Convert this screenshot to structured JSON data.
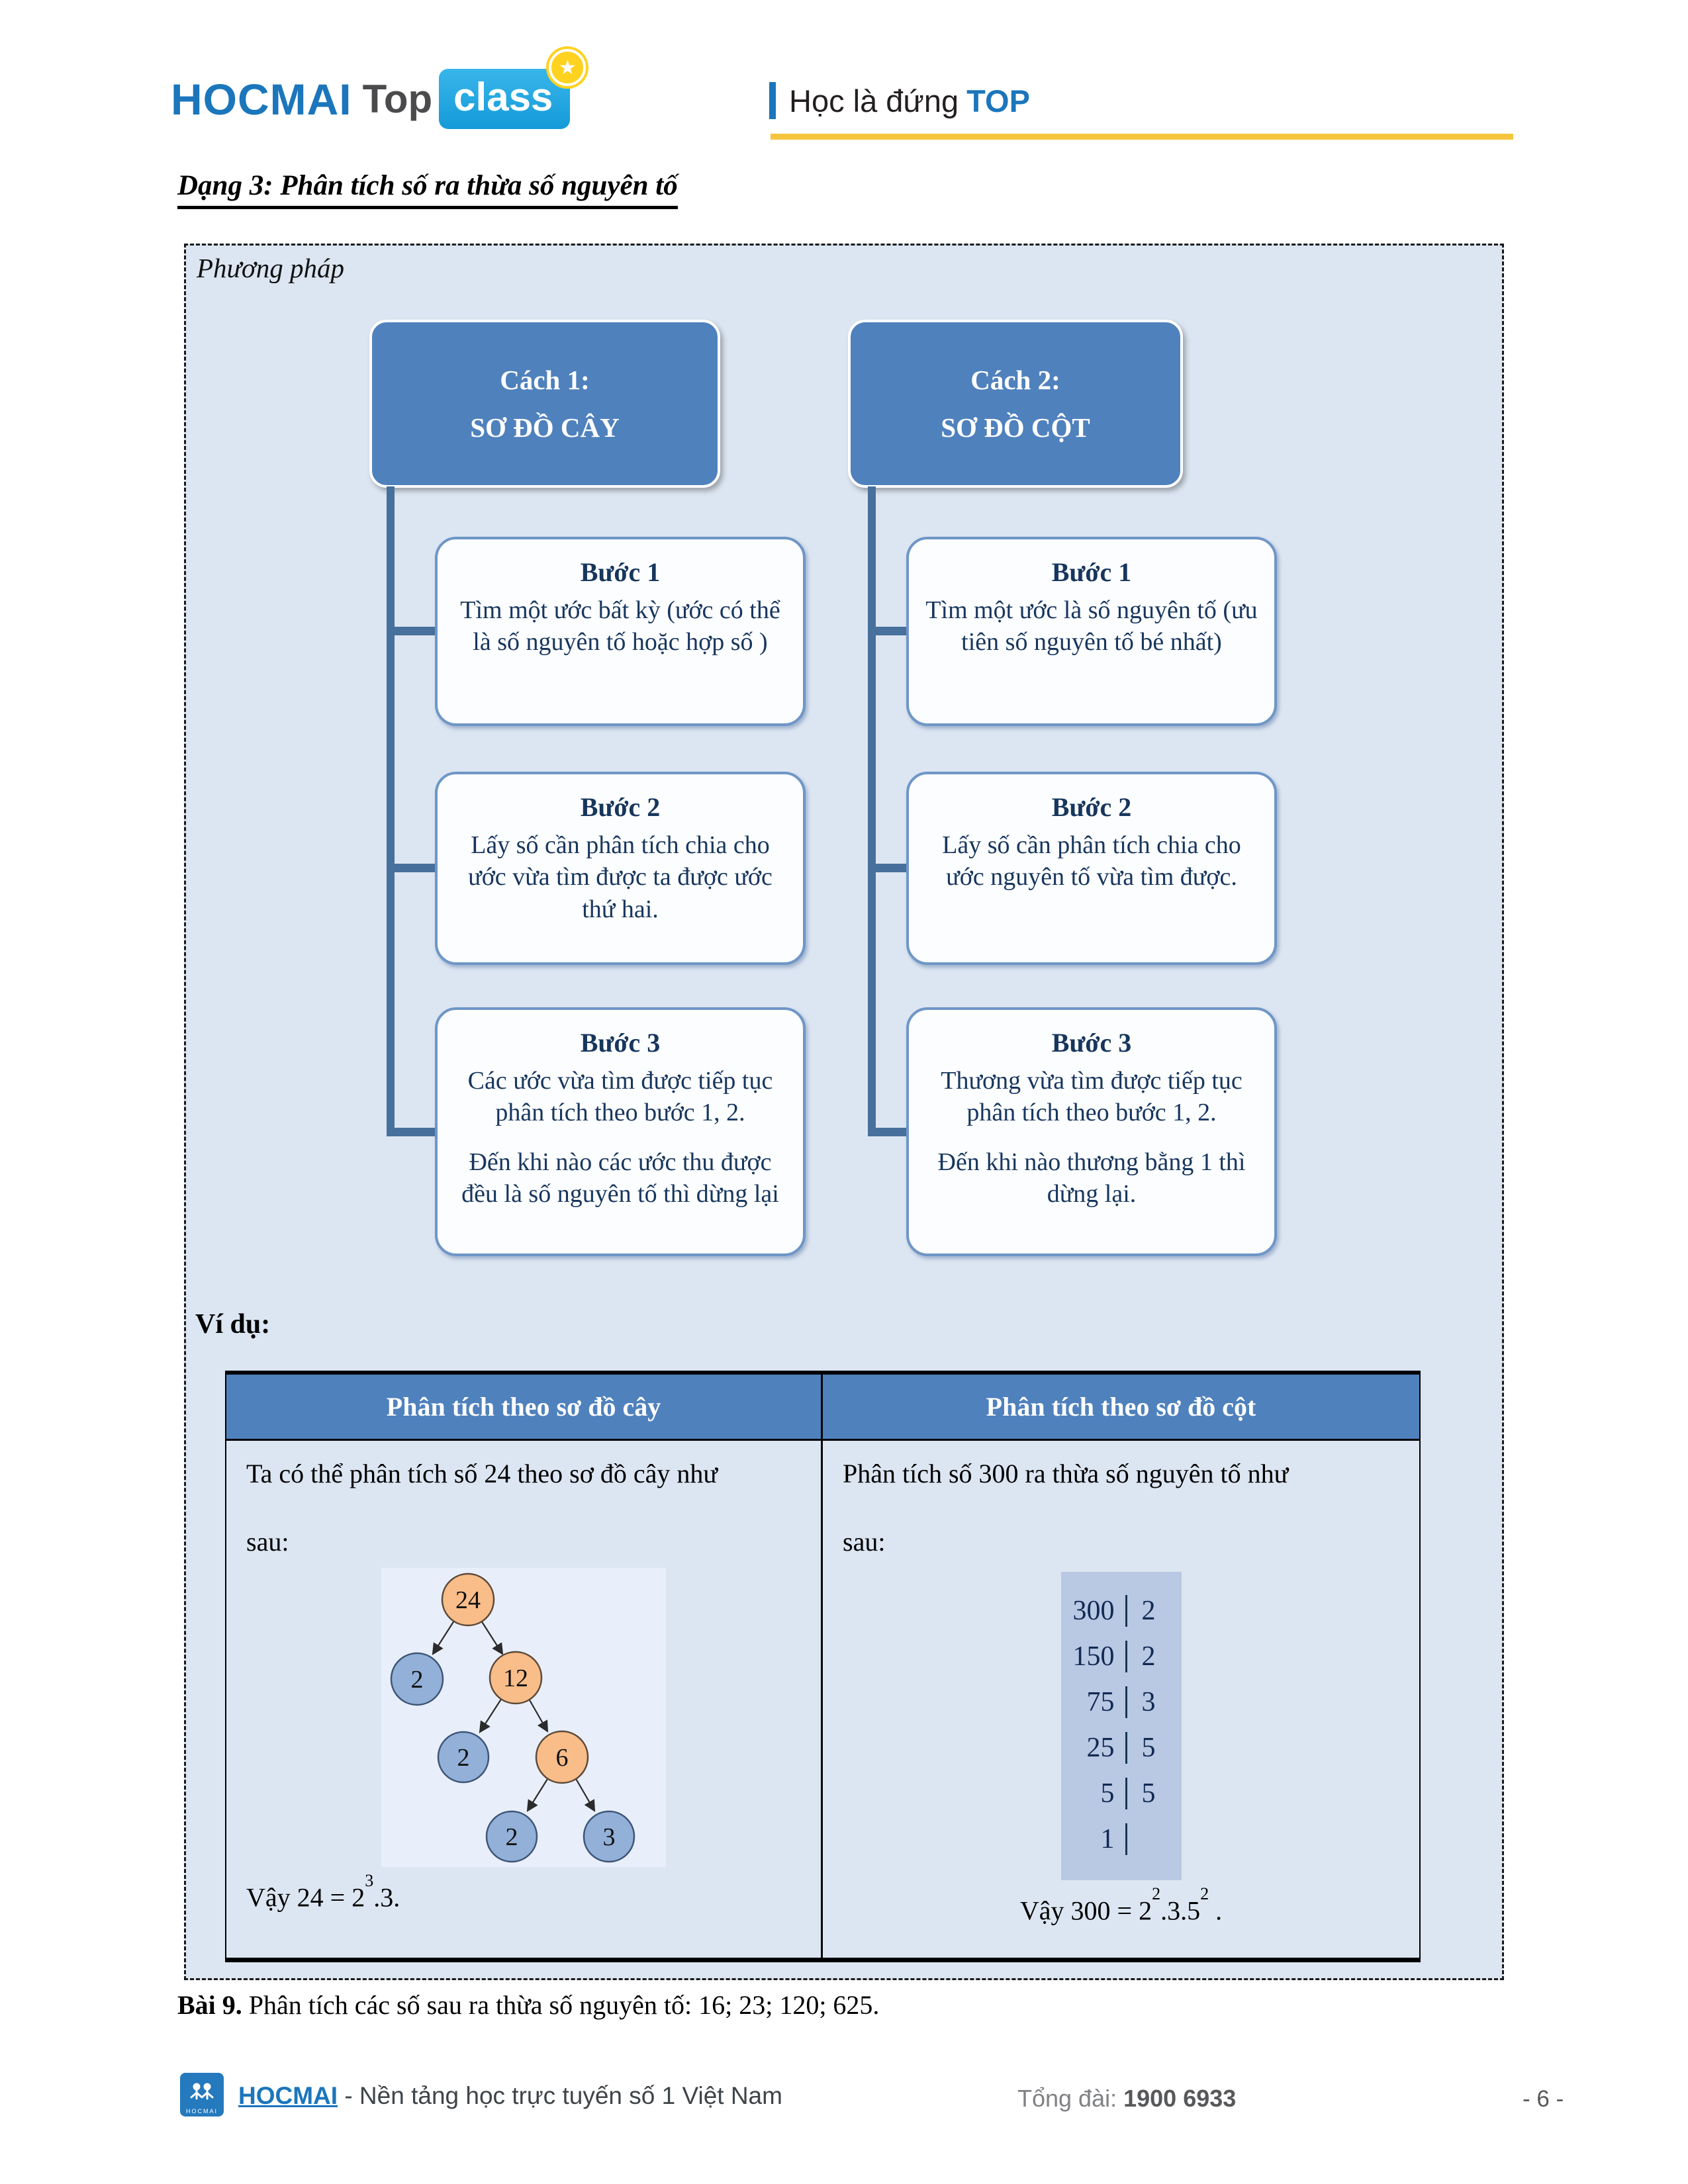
{
  "header": {
    "logo": {
      "part1": "HOCMAI",
      "part2": "Top",
      "part3": "class",
      "badge_star": "★"
    },
    "tagline": {
      "bar": "|",
      "text": "Học là đứng ",
      "highlight": "TOP"
    }
  },
  "title": "Dạng 3: Phân tích số ra thừa số nguyên tố",
  "method": {
    "label": "Phương pháp",
    "columns": [
      {
        "header_line1": "Cách 1:",
        "header_line2": "SƠ ĐỒ CÂY",
        "steps": [
          {
            "title": "Bước 1",
            "paragraphs": [
              "Tìm một ước bất kỳ (ước có thể là số nguyên tố hoặc hợp số )"
            ]
          },
          {
            "title": "Bước 2",
            "paragraphs": [
              "Lấy số cần phân tích chia cho ước vừa tìm được ta được ước thứ hai."
            ]
          },
          {
            "title": "Bước 3",
            "paragraphs": [
              "Các ước vừa tìm được tiếp tục phân tích theo bước 1, 2.",
              "Đến khi nào các ước thu được đều là số nguyên tố thì dừng lại"
            ]
          }
        ]
      },
      {
        "header_line1": "Cách 2:",
        "header_line2": "SƠ ĐỒ CỘT",
        "steps": [
          {
            "title": "Bước 1",
            "paragraphs": [
              "Tìm một ước là số nguyên tố (ưu tiên số nguyên tố bé nhất)"
            ]
          },
          {
            "title": "Bước 2",
            "paragraphs": [
              "Lấy số cần phân tích chia cho ước nguyên tố vừa tìm được."
            ]
          },
          {
            "title": "Bước 3",
            "paragraphs": [
              "Thương vừa tìm được tiếp tục phân tích theo bước 1, 2.",
              "Đến khi nào thương bằng 1 thì dừng lại."
            ]
          }
        ]
      }
    ]
  },
  "example": {
    "label": "Ví dụ:",
    "table_headers": [
      "Phân tích theo sơ đồ cây",
      "Phân tích theo sơ đồ cột"
    ],
    "left": {
      "intro_line1": "Ta có thể phân tích số 24 theo sơ đồ cây như",
      "intro_line2": "sau:",
      "conclusion": {
        "pre": "Vậy  24 = 2",
        "sup1": "3",
        "post": ".3."
      }
    },
    "right": {
      "intro_line1": "Phân tích số 300 ra thừa số nguyên tố như",
      "intro_line2": "sau:",
      "conclusion": {
        "pre": "Vậy  300 = 2",
        "sup1": "2",
        "mid": ".3.5",
        "sup2": "2",
        "post": " ."
      }
    },
    "tree": {
      "nodes": [
        {
          "label": "24"
        },
        {
          "label": "2"
        },
        {
          "label": "12"
        },
        {
          "label": "2"
        },
        {
          "label": "6"
        },
        {
          "label": "2"
        },
        {
          "label": "3"
        }
      ]
    },
    "division": {
      "rows": [
        {
          "n": "300",
          "d": "2"
        },
        {
          "n": "150",
          "d": "2"
        },
        {
          "n": "75",
          "d": "3"
        },
        {
          "n": "25",
          "d": "5"
        },
        {
          "n": "5",
          "d": "5"
        },
        {
          "n": "1",
          "d": ""
        }
      ]
    }
  },
  "exercise": {
    "label": "Bài 9.",
    "text": " Phân tích các số sau ra thừa số nguyên tố: 16; 23; 120; 625."
  },
  "footer": {
    "logo_caption": "HOCMAI",
    "brand": "HOCMAI",
    "brand_suffix": " - Nền tảng học trực tuyến số 1 Việt Nam",
    "hotline_label": "Tổng đài: ",
    "hotline_number": "1900 6933",
    "page": "- 6 -"
  },
  "colors": {
    "accent_blue": "#4f81bd",
    "panel_bg": "#dce6f2",
    "navy_text": "#17365d",
    "connector_blue": "#47709c",
    "node_orange": "#f9bd89",
    "node_blue": "#92b0d8",
    "division_bg": "#b9c8e3",
    "yellow_rule": "#f6c53e",
    "brand_blue": "#1b76bc"
  }
}
